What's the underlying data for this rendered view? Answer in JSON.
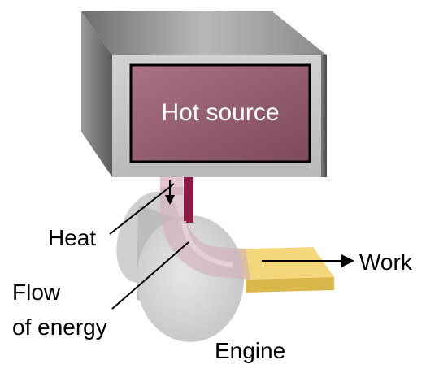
{
  "labels": {
    "hot_source": "Hot source",
    "heat": "Heat",
    "flow_line1": "Flow",
    "flow_line2": "of energy",
    "work": "Work",
    "engine": "Engine"
  },
  "colors": {
    "source_panel": "#9a6272",
    "source_box": "#c4c4c4",
    "heat_tube": "#8c1a45",
    "output_plate": "#f4d77a",
    "engine_cylinder": "#d9d9d9"
  }
}
